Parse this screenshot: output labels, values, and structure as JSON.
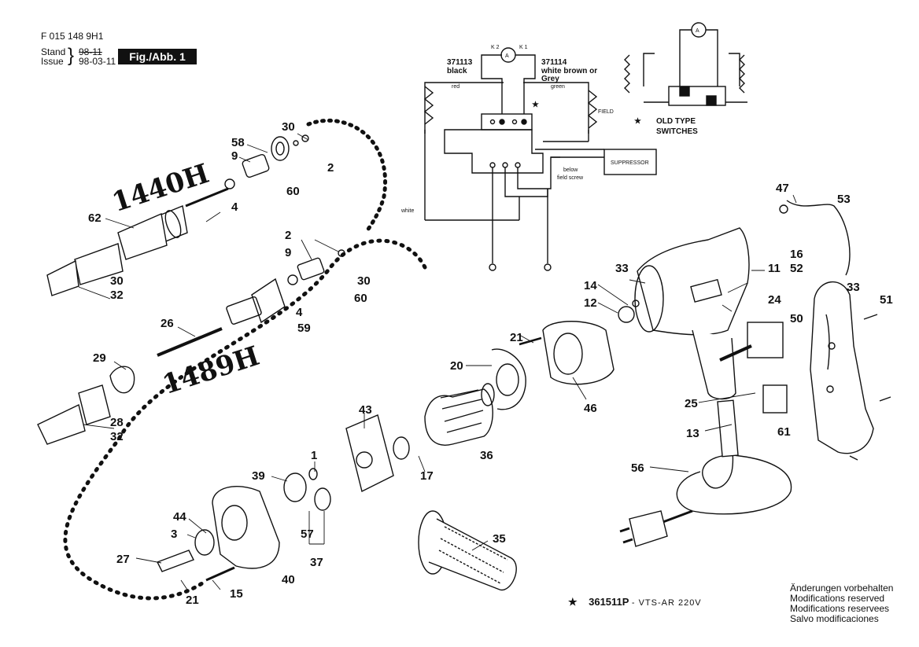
{
  "header": {
    "doc_number": "F 015 148 9H1",
    "stand_label": "Stand",
    "issue_label": "Issue",
    "stand_date": "98-11",
    "issue_date": "98-03-11",
    "fig_label": "Fig./Abb. 1"
  },
  "model_tags": [
    "1440H",
    "1489H"
  ],
  "wiring": {
    "part_black": "371113",
    "part_black_color": "black",
    "part_white": "371114",
    "part_white_color": "white  brown or",
    "part_white_color2": "Grey",
    "wire_red": "red",
    "wire_green": "green",
    "wire_white": "white",
    "field": "FIELD",
    "suppressor": "SUPPRESSOR",
    "below": "below",
    "field_screw": "field screw",
    "meter": "A",
    "k2": "K 2",
    "k1": "K 1",
    "old_type_line1": "OLD TYPE",
    "old_type_line2": "SWITCHES",
    "star": "★"
  },
  "callouts": [
    {
      "id": "c30a",
      "text": "30"
    },
    {
      "id": "c58",
      "text": "58"
    },
    {
      "id": "c9a",
      "text": "9"
    },
    {
      "id": "c2a",
      "text": "2"
    },
    {
      "id": "c60a",
      "text": "60"
    },
    {
      "id": "c4a",
      "text": "4"
    },
    {
      "id": "c62",
      "text": "62"
    },
    {
      "id": "c30b",
      "text": "30"
    },
    {
      "id": "c32a",
      "text": "32"
    },
    {
      "id": "c2b",
      "text": "2"
    },
    {
      "id": "c9b",
      "text": "9"
    },
    {
      "id": "c30c",
      "text": "30"
    },
    {
      "id": "c60b",
      "text": "60"
    },
    {
      "id": "c4b",
      "text": "4"
    },
    {
      "id": "c59",
      "text": "59"
    },
    {
      "id": "c26",
      "text": "26"
    },
    {
      "id": "c29",
      "text": "29"
    },
    {
      "id": "c28",
      "text": "28"
    },
    {
      "id": "c32b",
      "text": "32"
    },
    {
      "id": "c47",
      "text": "47"
    },
    {
      "id": "c53",
      "text": "53"
    },
    {
      "id": "c11",
      "text": "11"
    },
    {
      "id": "c16",
      "text": "16"
    },
    {
      "id": "c52",
      "text": "52"
    },
    {
      "id": "c33a",
      "text": "33"
    },
    {
      "id": "c14",
      "text": "14"
    },
    {
      "id": "c12",
      "text": "12"
    },
    {
      "id": "c24",
      "text": "24"
    },
    {
      "id": "c33b",
      "text": "33"
    },
    {
      "id": "c51",
      "text": "51"
    },
    {
      "id": "c50",
      "text": "50"
    },
    {
      "id": "c21a",
      "text": "21"
    },
    {
      "id": "c20",
      "text": "20"
    },
    {
      "id": "c46",
      "text": "46"
    },
    {
      "id": "c25",
      "text": "25"
    },
    {
      "id": "c13",
      "text": "13"
    },
    {
      "id": "c61",
      "text": "61"
    },
    {
      "id": "c43",
      "text": "43"
    },
    {
      "id": "c36",
      "text": "36"
    },
    {
      "id": "c17",
      "text": "17"
    },
    {
      "id": "c1",
      "text": "1"
    },
    {
      "id": "c39",
      "text": "39"
    },
    {
      "id": "c56",
      "text": "56"
    },
    {
      "id": "c44",
      "text": "44"
    },
    {
      "id": "c3",
      "text": "3"
    },
    {
      "id": "c57",
      "text": "57"
    },
    {
      "id": "c27",
      "text": "27"
    },
    {
      "id": "c37",
      "text": "37"
    },
    {
      "id": "c40",
      "text": "40"
    },
    {
      "id": "c35",
      "text": "35"
    },
    {
      "id": "c21b",
      "text": "21"
    },
    {
      "id": "c15",
      "text": "15"
    }
  ],
  "footer": {
    "star": "★",
    "code": "361511P",
    "suffix": "- VTS-AR 220V"
  },
  "modifications": [
    "Änderungen vorbehalten",
    "Modifications reserved",
    "Modifications reservees",
    "Salvo modificaciones"
  ]
}
